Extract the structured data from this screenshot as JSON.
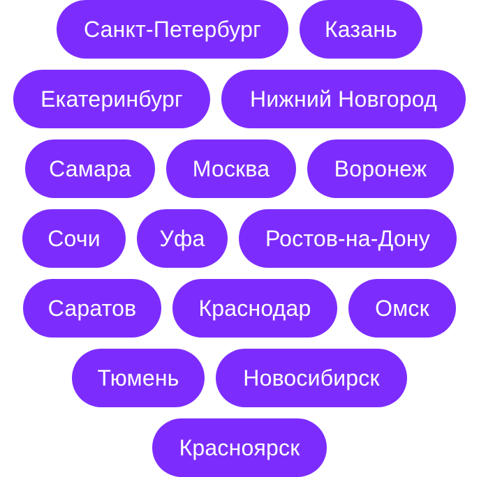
{
  "theme": {
    "chip_bg": "#7c2dfe",
    "chip_text": "#ffffff"
  },
  "rows": [
    [
      "Санкт-Петербург",
      "Казань"
    ],
    [
      "Екатеринбург",
      "Нижний Новгород"
    ],
    [
      "Самара",
      "Москва",
      "Воронеж"
    ],
    [
      "Сочи",
      "Уфа",
      "Ростов-на-Дону"
    ],
    [
      "Саратов",
      "Краснодар",
      "Омск"
    ],
    [
      "Тюмень",
      "Новосибирск"
    ],
    [
      "Красноярск"
    ]
  ]
}
